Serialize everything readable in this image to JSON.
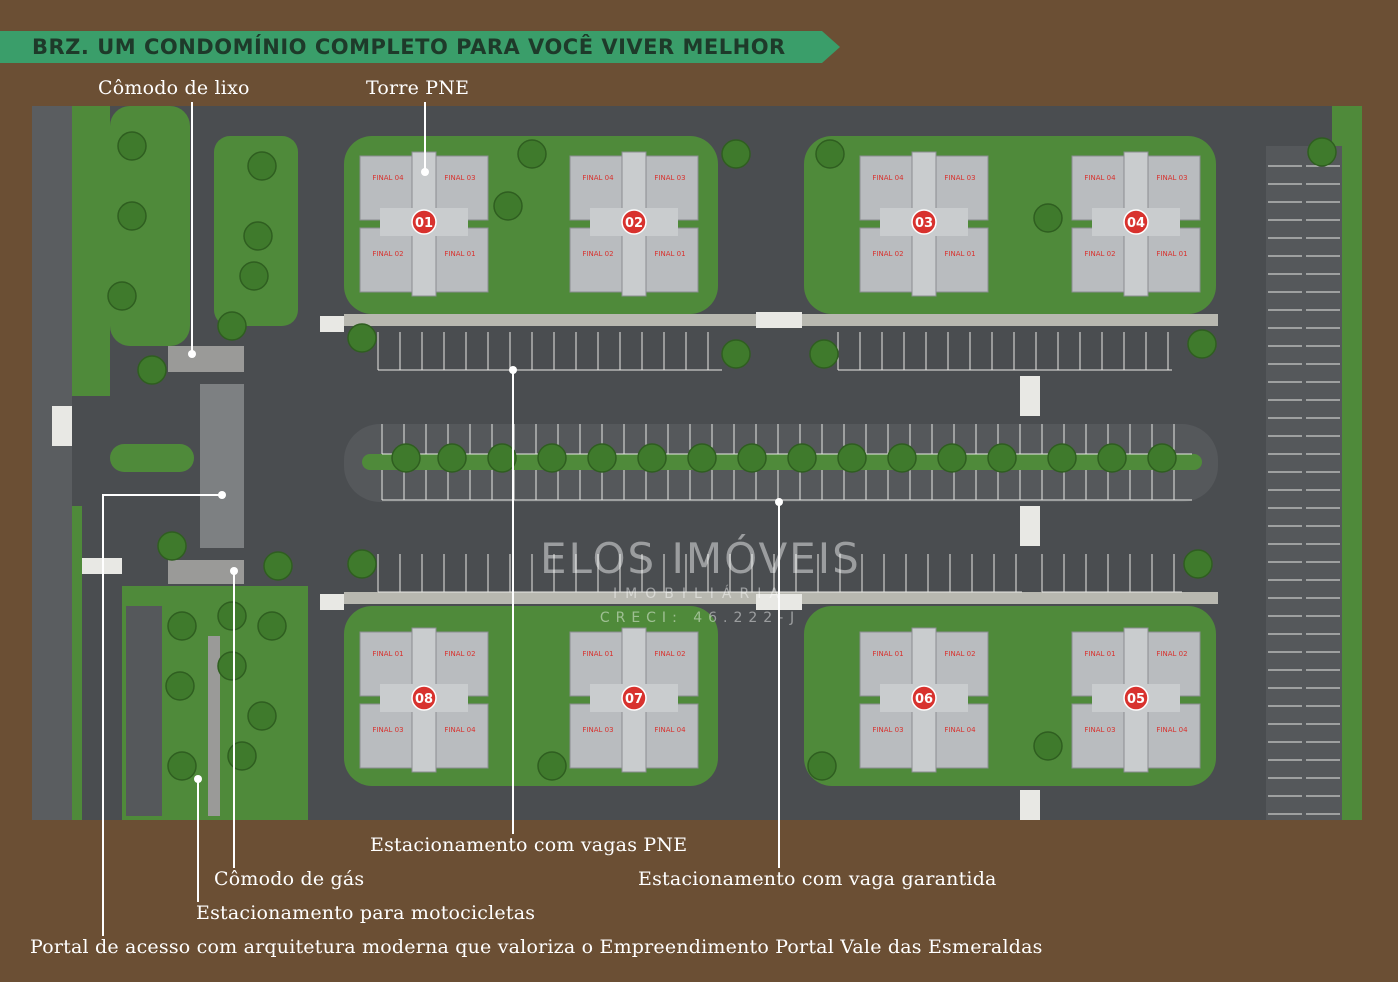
{
  "header": {
    "title": "BRZ. UM CONDOMÍNIO COMPLETO PARA VOCÊ VIVER MELHOR"
  },
  "labels": {
    "comodo_lixo": "Cômodo de lixo",
    "torre_pne": "Torre PNE",
    "estacionamento_pne": "Estacionamento com vagas PNE",
    "estacionamento_garantida": "Estacionamento com vaga garantida",
    "comodo_gas": "Cômodo de gás",
    "estacionamento_motos": "Estacionamento para motocicletas",
    "portal": "Portal de acesso com arquitetura moderna que valoriza o Empreendimento Portal Vale das Esmeraldas"
  },
  "towers": [
    {
      "number": "01",
      "finals": [
        "FINAL 04",
        "FINAL 03",
        "FINAL 02",
        "FINAL 01"
      ]
    },
    {
      "number": "02",
      "finals": [
        "FINAL 04",
        "FINAL 03",
        "FINAL 02",
        "FINAL 01"
      ]
    },
    {
      "number": "03",
      "finals": [
        "FINAL 04",
        "FINAL 03",
        "FINAL 02",
        "FINAL 01"
      ]
    },
    {
      "number": "04",
      "finals": [
        "FINAL 04",
        "FINAL 03",
        "FINAL 02",
        "FINAL 01"
      ]
    },
    {
      "number": "08",
      "finals": [
        "FINAL 01",
        "FINAL 02",
        "FINAL 03",
        "FINAL 04"
      ]
    },
    {
      "number": "07",
      "finals": [
        "FINAL 01",
        "FINAL 02",
        "FINAL 03",
        "FINAL 04"
      ]
    },
    {
      "number": "06",
      "finals": [
        "FINAL 01",
        "FINAL 02",
        "FINAL 03",
        "FINAL 04"
      ]
    },
    {
      "number": "05",
      "finals": [
        "FINAL 01",
        "FINAL 02",
        "FINAL 03",
        "FINAL 04"
      ]
    }
  ],
  "watermark": {
    "name": "ELOS IMÓVEIS",
    "sub": "IMOBILIÁRIA",
    "creci": "CRECI: 46.222-J"
  },
  "colors": {
    "background": "#6b4f34",
    "banner": "#3a9e6a",
    "asphalt": "#4a4d50",
    "grass": "#4f8a3a",
    "tower_badge": "#d8322e"
  }
}
